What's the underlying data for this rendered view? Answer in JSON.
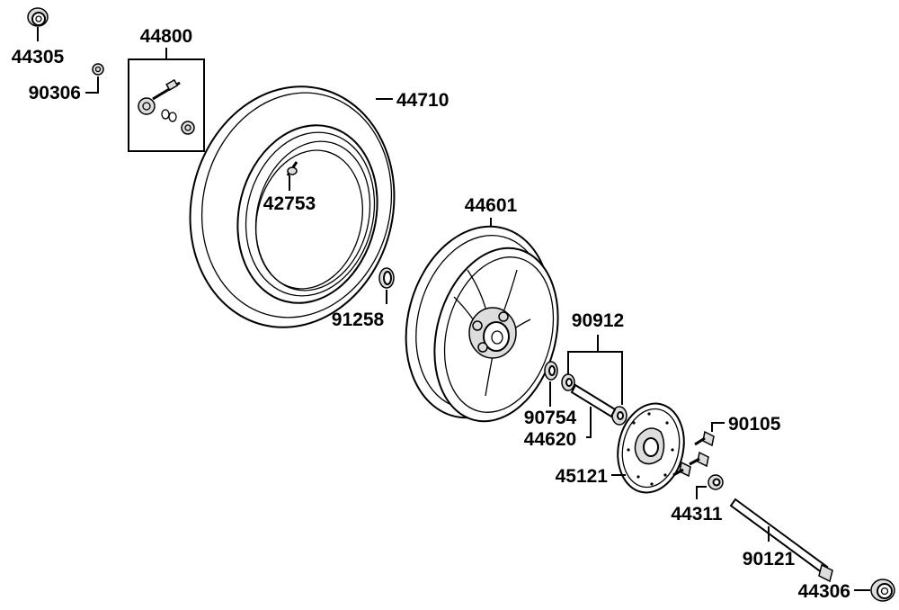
{
  "labels": {
    "l44305": "44305",
    "l90306": "90306",
    "l44800": "44800",
    "l44710": "44710",
    "l42753": "42753",
    "l44601": "44601",
    "l91258": "91258",
    "l90912": "90912",
    "l90754": "90754",
    "l44620": "44620",
    "l90105": "90105",
    "l45121": "45121",
    "l44311": "44311",
    "l90121": "90121",
    "l44306": "44306"
  }
}
